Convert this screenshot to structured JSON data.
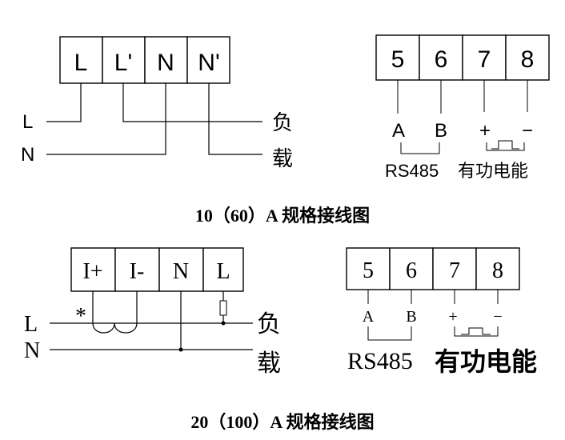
{
  "diagram1": {
    "terminals": [
      "L",
      "L'",
      "N",
      "N'"
    ],
    "lines": [
      "L",
      "N"
    ],
    "load_chars": [
      "负",
      "载"
    ],
    "caption": "10（60）A 规格接线图"
  },
  "comm1": {
    "terminals": [
      "5",
      "6",
      "7",
      "8"
    ],
    "signals": [
      "A",
      "B",
      "+",
      "−"
    ],
    "label_rs485": "RS485",
    "label_energy": "有功电能"
  },
  "diagram2": {
    "terminals": [
      "I+",
      "I-",
      "N",
      "L"
    ],
    "lines": [
      "L",
      "N"
    ],
    "star": "*",
    "load_chars": [
      "负",
      "载"
    ],
    "caption": "20（100）A 规格接线图"
  },
  "comm2": {
    "terminals": [
      "5",
      "6",
      "7",
      "8"
    ],
    "signals": [
      "A",
      "B",
      "+",
      "−"
    ],
    "label_rs485": "RS485",
    "label_energy": "有功电能"
  }
}
